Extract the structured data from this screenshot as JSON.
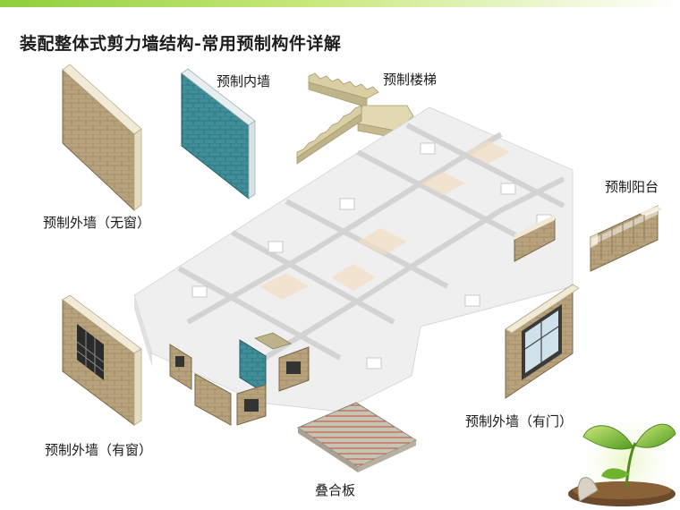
{
  "title": "装配整体式剪力墙结构-常用预制构件详解",
  "labels": {
    "inner_wall": "预制内墙",
    "stair": "预制楼梯",
    "outer_wall_no_window": "预制外墙（无窗）",
    "balcony": "预制阳台",
    "outer_wall_window": "预制外墙（有窗）",
    "outer_wall_door": "预制外墙（有门）",
    "slab": "叠合板"
  },
  "colors": {
    "brick_fill": "#b7a27c",
    "brick_edge": "#f1ead6",
    "inner_wall_fill": "#3f8f9a",
    "concrete": "#d8cfa8",
    "house_white": "#f2f2f2",
    "accent_green": "#8fcf3c"
  }
}
